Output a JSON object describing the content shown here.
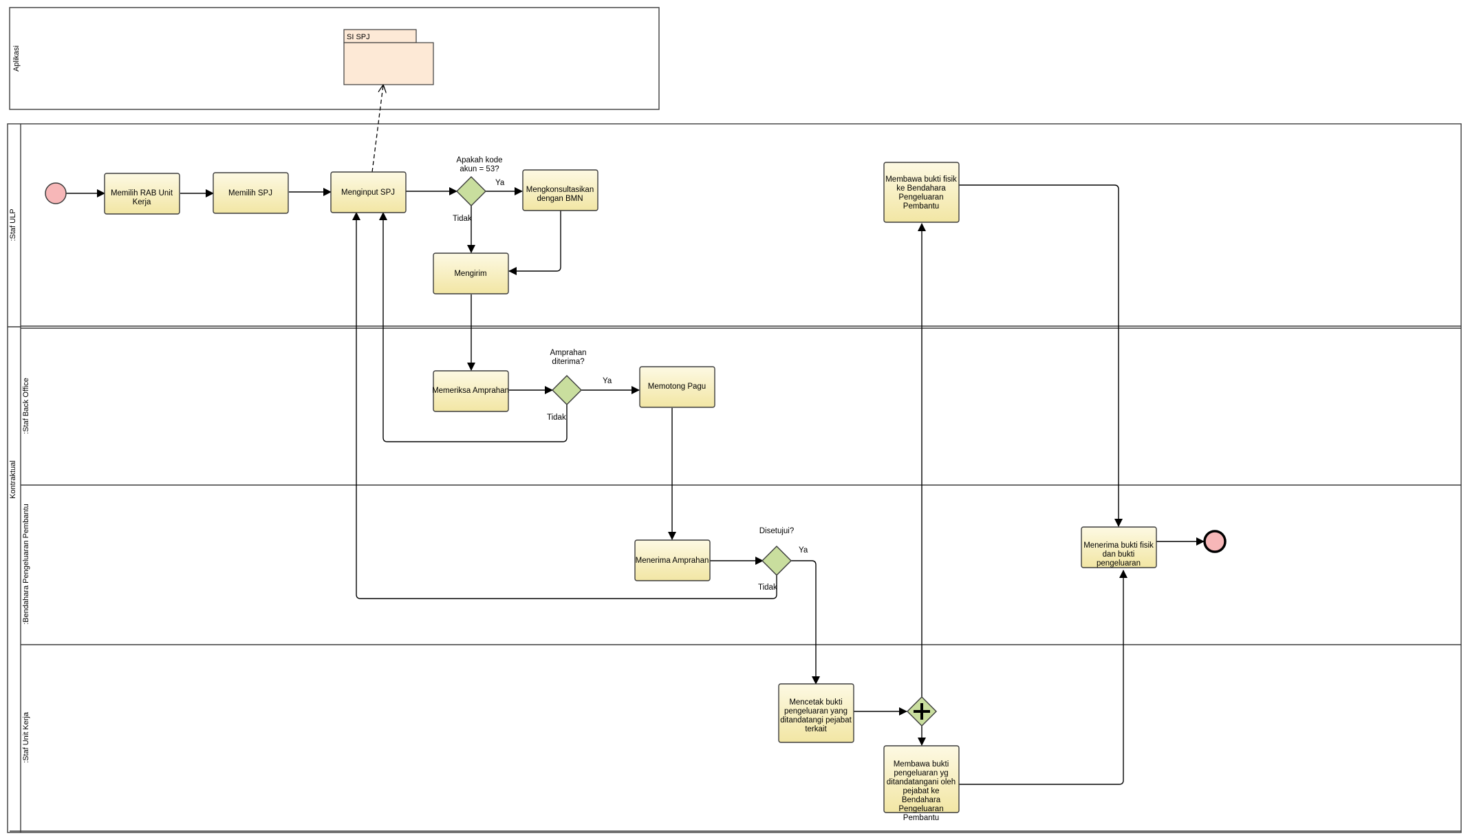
{
  "application_pool": {
    "label": "Aplikasi",
    "system": "SI SPJ"
  },
  "lanes": {
    "staf_ulp": ":Staf ULP",
    "kontraktual": "Kontraktual",
    "back_office": ":Staf Back Office",
    "bendahara": ":Bendahara Pengeluaran Pembantu",
    "unit_kerja": ":Staf Unit Kerja"
  },
  "tasks": {
    "memilih_rab": [
      "Memilih RAB Unit",
      "Kerja"
    ],
    "memilih_spj": [
      "Memilih SPJ"
    ],
    "menginput_spj": [
      "Menginput SPJ"
    ],
    "mengkonsultasikan": [
      "Mengkonsultasikan",
      "dengan BMN"
    ],
    "mengirim": [
      "Mengirim"
    ],
    "membawa_bukti_fisik": [
      "Membawa bukti fisik",
      "ke Bendahara",
      "Pengeluaran",
      "Pembantu"
    ],
    "memeriksa_amprahan": [
      "Memeriksa Amprahan"
    ],
    "memotong_pagu": [
      "Memotong Pagu"
    ],
    "menerima_amprahan": [
      "Menerima Amprahan"
    ],
    "menerima_bukti": [
      "Menerima bukti fisik",
      "dan bukti",
      "pengeluaran"
    ],
    "mencetak_bukti": [
      "Mencetak bukti",
      "pengeluaran yang",
      "ditandatangi pejabat",
      "terkait"
    ],
    "membawa_bukti_pengeluaran": [
      "Membawa bukti",
      "pengeluaran yg",
      "ditandatangani oleh",
      "pejabat ke",
      "Bendahara",
      "Pengeluaran",
      "Pembantu"
    ]
  },
  "gateways": {
    "kode_akun": [
      "Apakah kode",
      "akun = 53?"
    ],
    "amprahan_diterima": [
      "Amprahan",
      "diterima?"
    ],
    "disetujui": [
      "Disetujui?"
    ]
  },
  "edge_labels": {
    "ya": "Ya",
    "tidak": "Tidak"
  },
  "colors": {
    "task_fill_top": "#fdf9e3",
    "task_fill_bottom": "#f2e6a4",
    "gateway_fill": "#c9de9e",
    "event_fill": "#f7b7b8",
    "system_fill": "#fde9d6",
    "stroke": "#3a3a3a"
  }
}
